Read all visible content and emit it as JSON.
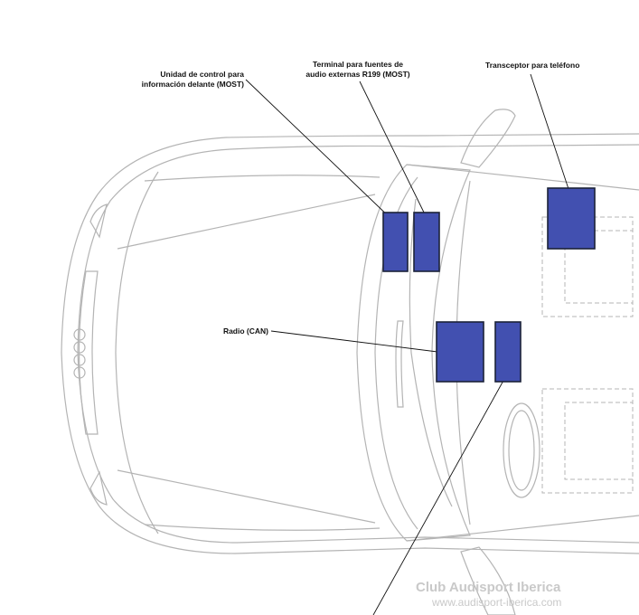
{
  "labels": {
    "front_info_control": {
      "line1": "Unidad de control para",
      "line2": "información delante (MOST)"
    },
    "external_audio_terminal": {
      "line1": "Terminal para fuentes de",
      "line2": "audio externas R199 (MOST)"
    },
    "phone_transceiver": "Transceptor para teléfono",
    "radio": "Radio (CAN)"
  },
  "watermark": {
    "title": "Club Audisport Iberica",
    "url": "www.audisport-iberica.com"
  },
  "colors": {
    "component_fill": "#4250b0",
    "component_border": "#1c2238",
    "car_outline": "#b4b4b4",
    "leader_line": "#111111"
  }
}
